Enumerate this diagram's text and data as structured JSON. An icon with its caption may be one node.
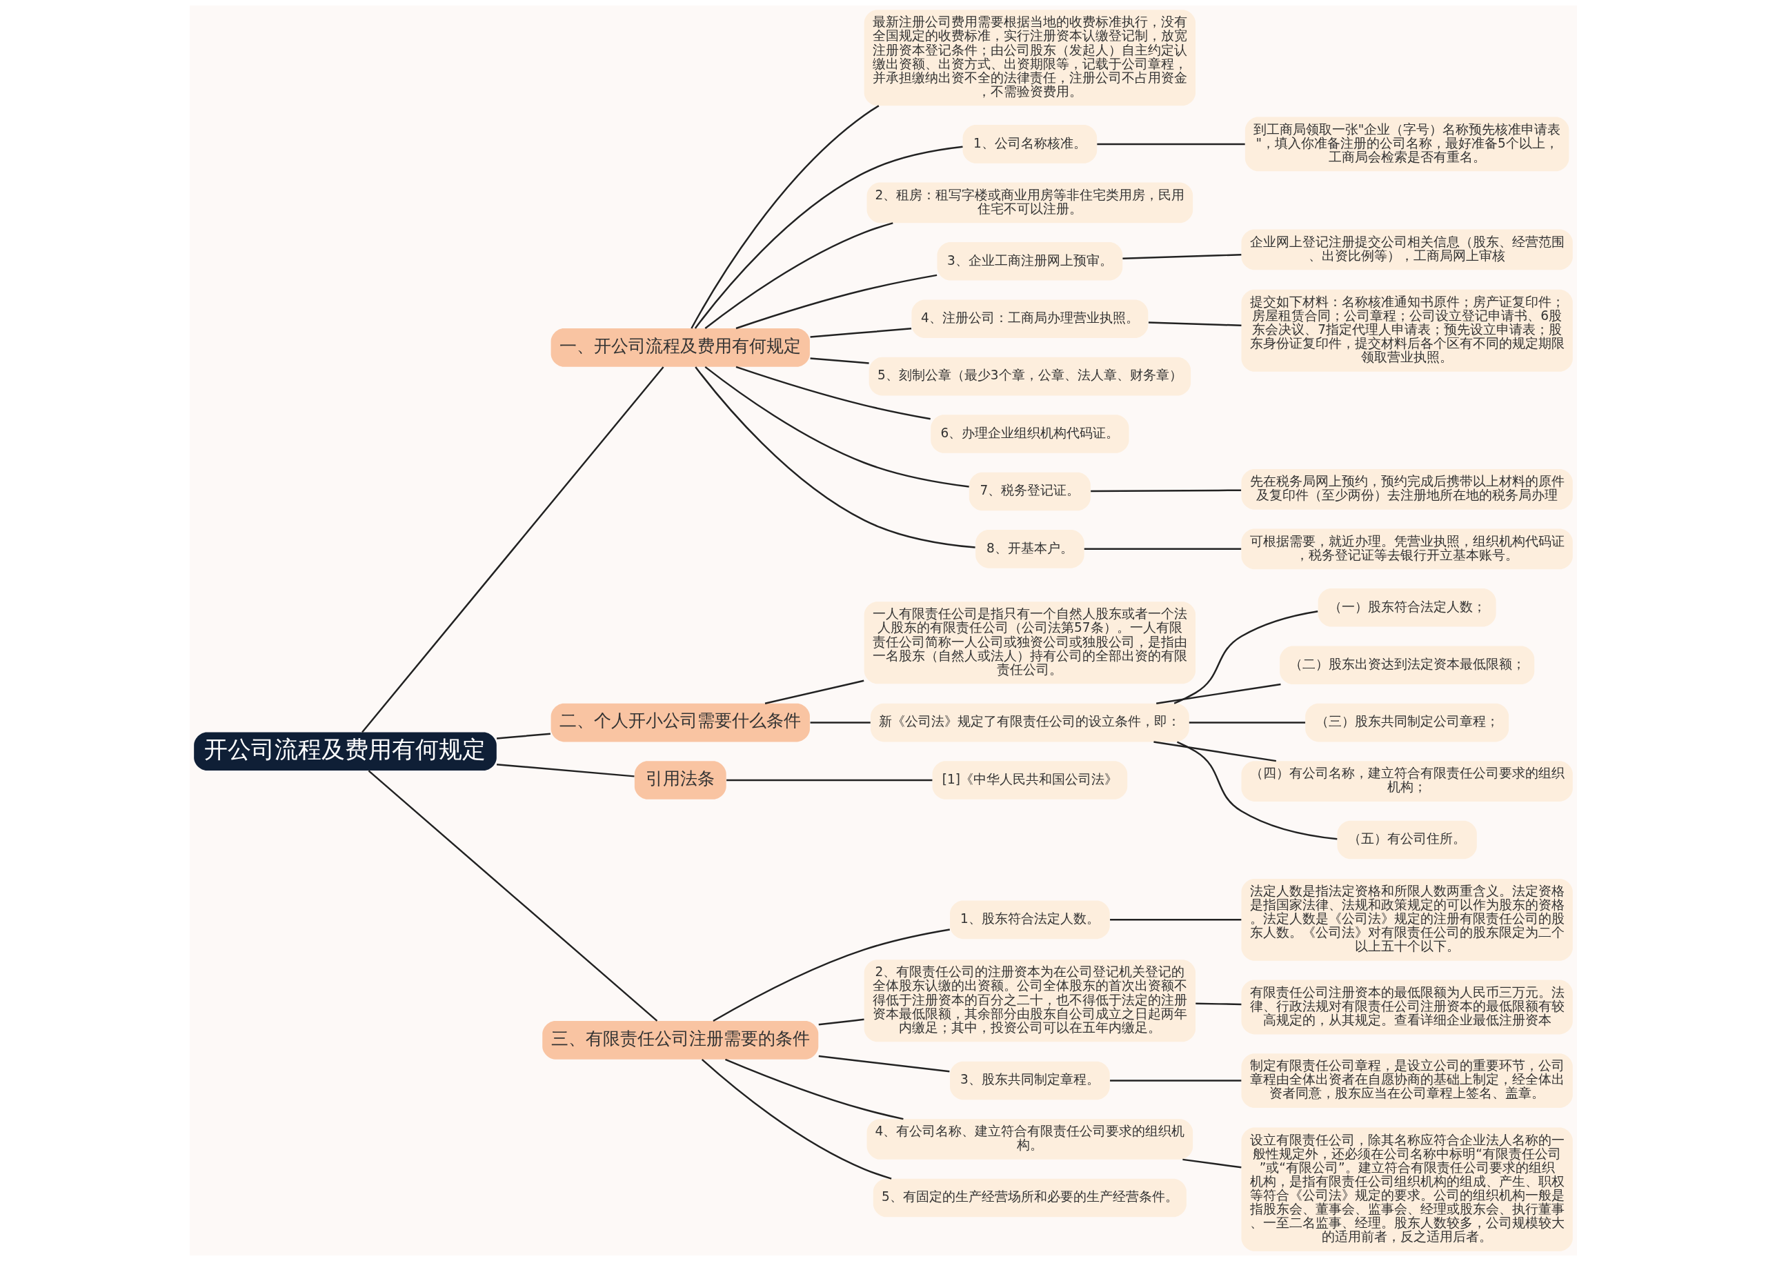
{
  "diagram": {
    "nodes": [
      {
        "text": [
          "开公司流程及费用有何规定"
        ]
      },
      {
        "text": [
          "一、开公司流程及费用有何规定"
        ]
      },
      {
        "text": [
          "最新注册公司费用需要根据当地的收费标准执行，没有全国规定的收费标准，实行注册资本认缴登记制，放宽注册资本登记条件；由公司股东（发起人）自主约定认缴出资额、出资方式、出资期限等，记载于公司章程，并承担缴纳出资不全的法律责任，注册公司不占用资金，不需验资费用。"
        ]
      },
      {
        "text": [
          "1、公司名称核准。"
        ]
      },
      {
        "text": [
          "到工商局领取一张\"企业（字号）名称预先核准申请表\"，填入你准备注册的公司名称，最好准备5个以上，工商局会检索是否有重名。"
        ]
      },
      {
        "text": [
          "2、租房：租写字楼或商业用房等非住宅类用房，民用住宅不可以注册。"
        ]
      },
      {
        "text": [
          "3、企业工商注册网上预审。"
        ]
      },
      {
        "text": [
          "企业网上登记注册提交公司相关信息（股东、经营范围、出资比例等），工商局网上审核"
        ]
      },
      {
        "text": [
          "4、注册公司：工商局办理营业执照。"
        ]
      },
      {
        "text": [
          "提交如下材料：名称核准通知书原件；房产证复印件；房屋租赁合同；公司章程；公司设立登记申请书、6股东会决议、7指定代理人申请表；预先设立申请表；股东身份证复印件，提交材料后各个区有不同的规定期限领取营业执照。"
        ]
      },
      {
        "text": [
          "5、刻制公章（最少3个章，公章、法人章、财务章）"
        ]
      },
      {
        "text": [
          "6、办理企业组织机构代码证。"
        ]
      },
      {
        "text": [
          "7、税务登记证。"
        ]
      },
      {
        "text": [
          "先在税务局网上预约，预约完成后携带以上材料的原件及复印件（至少两份）去注册地所在地的税务局办理"
        ]
      },
      {
        "text": [
          "8、开基本户。"
        ]
      },
      {
        "text": [
          "可根据需要，就近办理。凭营业执照，组织机构代码证，税务登记证等去银行开立基本账号。"
        ]
      },
      {
        "text": [
          "二、个人开小公司需要什么条件"
        ]
      },
      {
        "text": [
          "一人有限责任公司是指只有一个自然人股东或者一个法人股东的有限责任公司（公司法第57条）。一人有限责任公司简称一人公司或独资公司或独股公司，是指由一名股东（自然人或法人）持有公司的全部出资的有限责任公司。"
        ]
      },
      {
        "text": [
          "新《公司法》规定了有限责任公司的设立条件，即："
        ]
      },
      {
        "text": [
          "（一）股东符合法定人数；"
        ]
      },
      {
        "text": [
          "（二）股东出资达到法定资本最低限额；"
        ]
      },
      {
        "text": [
          "（三）股东共同制定公司章程；"
        ]
      },
      {
        "text": [
          "（四）有公司名称，建立符合有限责任公司要求的组织机构；"
        ]
      },
      {
        "text": [
          "（五）有公司住所。"
        ]
      },
      {
        "text": [
          "引用法条"
        ]
      },
      {
        "text": [
          "[1]《中华人民共和国公司法》"
        ]
      },
      {
        "text": [
          "三、有限责任公司注册需要的条件"
        ]
      },
      {
        "text": [
          "1、股东符合法定人数。"
        ]
      },
      {
        "text": [
          "法定人数是指法定资格和所限人数两重含义。法定资格是指国家法律、法规和政策规定的可以作为股东的资格。法定人数是《公司法》规定的注册有限责任公司的股东人数。《公司法》对有限责任公司的股东限定为二个以上五十个以下。"
        ]
      },
      {
        "text": [
          "2、有限责任公司的注册资本为在公司登记机关登记的全体股东认缴的出资额。公司全体股东的首次出资额不得低于注册资本的百分之二十，也不得低于法定的注册资本最低限额，其余部分由股东自公司成立之日起两年内缴足；其中，投资公司可以在五年内缴足。"
        ]
      },
      {
        "text": [
          "有限责任公司注册资本的最低限额为人民币三万元。法律、行政法规对有限责任公司注册资本的最低限额有较高规定的，从其规定。查看详细企业最低注册资本"
        ]
      },
      {
        "text": [
          "3、股东共同制定章程。"
        ]
      },
      {
        "text": [
          "制定有限责任公司章程，是设立公司的重要环节，公司章程由全体出资者在自愿协商的基础上制定，经全体出资者同意，股东应当在公司章程上签名、盖章。"
        ]
      },
      {
        "text": [
          "4、有公司名称、建立符合有限责任公司要求的组织机构。"
        ]
      },
      {
        "text": [
          "设立有限责任公司，除其名称应符合企业法人名称的一般性规定外，还必须在公司名称中标明“有限责任公司”或“有限公司”。建立符合有限责任公司要求的组织机构，是指有限责任公司组织机构的组成、产生、职权等符合《公司法》规定的要求。公司的组织机构一般是指股东会、董事会、监事会、经理或股东会、执行董事、一至二名监事、经理。股东人数较多，公司规模较大的适用前者，反之适用后者。"
        ]
      },
      {
        "text": [
          "5、有固定的生产经营场所和必要的生产经营条件。"
        ]
      }
    ],
    "edges": [
      {
        "from": 0,
        "to": 1,
        "arrow": "none"
      },
      {
        "from": 1,
        "to": 2,
        "arrow": "none"
      },
      {
        "from": 1,
        "to": 3,
        "arrow": "none"
      },
      {
        "from": 3,
        "to": 4,
        "arrow": "none"
      },
      {
        "from": 1,
        "to": 5,
        "arrow": "none"
      },
      {
        "from": 1,
        "to": 6,
        "arrow": "none"
      },
      {
        "from": 6,
        "to": 7,
        "arrow": "none"
      },
      {
        "from": 1,
        "to": 8,
        "arrow": "none"
      },
      {
        "from": 8,
        "to": 9,
        "arrow": "none"
      },
      {
        "from": 1,
        "to": 10,
        "arrow": "none"
      },
      {
        "from": 1,
        "to": 11,
        "arrow": "none"
      },
      {
        "from": 1,
        "to": 12,
        "arrow": "none"
      },
      {
        "from": 12,
        "to": 13,
        "arrow": "none"
      },
      {
        "from": 1,
        "to": 14,
        "arrow": "none"
      },
      {
        "from": 14,
        "to": 15,
        "arrow": "none"
      },
      {
        "from": 0,
        "to": 16,
        "arrow": "none"
      },
      {
        "from": 16,
        "to": 17,
        "arrow": "none"
      },
      {
        "from": 16,
        "to": 18,
        "arrow": "none"
      },
      {
        "from": 18,
        "to": 19,
        "arrow": "none"
      },
      {
        "from": 18,
        "to": 20,
        "arrow": "none"
      },
      {
        "from": 18,
        "to": 21,
        "arrow": "none"
      },
      {
        "from": 18,
        "to": 22,
        "arrow": "none"
      },
      {
        "from": 18,
        "to": 23,
        "arrow": "none"
      },
      {
        "from": 0,
        "to": 24,
        "arrow": "none"
      },
      {
        "from": 24,
        "to": 25,
        "arrow": "none"
      },
      {
        "from": 0,
        "to": 26,
        "arrow": "none"
      },
      {
        "from": 26,
        "to": 27,
        "arrow": "none"
      },
      {
        "from": 27,
        "to": 28,
        "arrow": "none"
      },
      {
        "from": 26,
        "to": 29,
        "arrow": "none"
      },
      {
        "from": 29,
        "to": 30,
        "arrow": "none"
      },
      {
        "from": 26,
        "to": 31,
        "arrow": "none"
      },
      {
        "from": 31,
        "to": 32,
        "arrow": "none"
      },
      {
        "from": 26,
        "to": 33,
        "arrow": "none"
      },
      {
        "from": 33,
        "to": 34,
        "arrow": "none"
      },
      {
        "from": 26,
        "to": 35,
        "arrow": "none"
      }
    ]
  }
}
